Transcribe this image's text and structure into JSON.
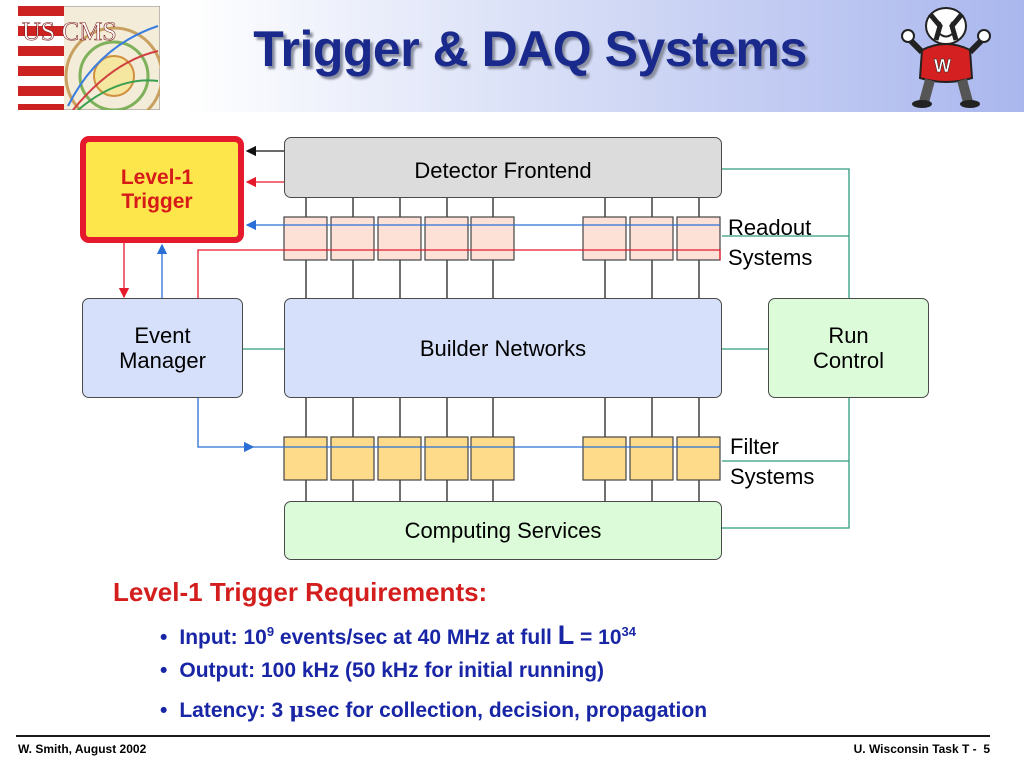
{
  "title": "Trigger & DAQ Systems",
  "diagram": {
    "level1_trigger": "Level-1\nTrigger",
    "detector_frontend": "Detector Frontend",
    "readout_systems": "Readout\nSystems",
    "builder_networks": "Builder Networks",
    "event_manager": "Event\nManager",
    "run_control": "Run\nControl",
    "filter_systems": "Filter\nSystems",
    "computing_services": "Computing Services",
    "colors": {
      "trigger_fill": "#fde64b",
      "trigger_border": "#e51a2c",
      "readout_unit": "#fde0d6",
      "filter_unit": "#fddb8a",
      "control_line": "#2e9c7e",
      "red_arrow": "#e51a2c",
      "blue_arrow": "#2a6fd6"
    }
  },
  "requirements": {
    "heading": "Level-1 Trigger Requirements:",
    "input": {
      "text": "Input: 10",
      "sup1": "9",
      "mid": " events/sec at 40 MHz at full ",
      "bigL": "L",
      "eq": " = 10",
      "sup2": "34"
    },
    "output": "Output: 100 kHz (50 kHz for initial running)",
    "latency": {
      "pre": "Latency: 3 ",
      "mu": "μ",
      "post": "sec for collection, decision, propagation"
    }
  },
  "footer": {
    "left": "W. Smith, August 2002",
    "right": "U. Wisconsin Task T -  5"
  }
}
